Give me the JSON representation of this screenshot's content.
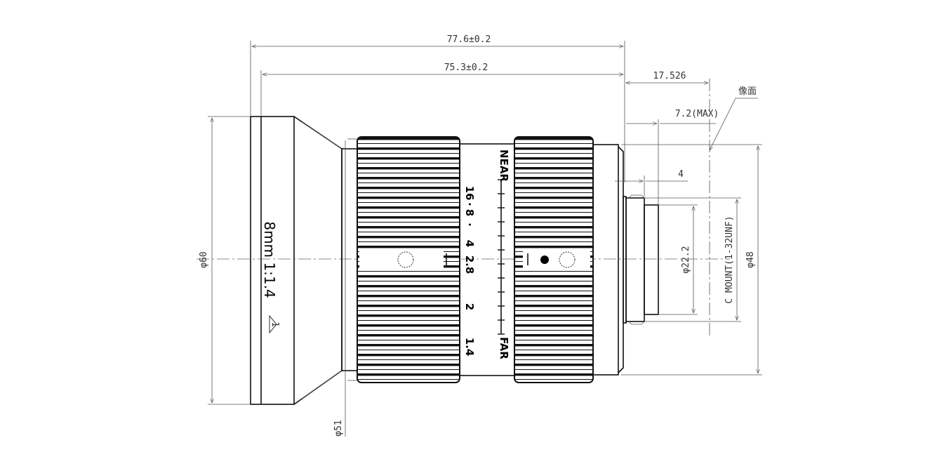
{
  "dimensions": {
    "overall_length": "77.6±0.2",
    "body_length": "75.3±0.2",
    "flange_distance": "17.526",
    "max_protrusion": "7.2(MAX)",
    "image_plane_label": "像面",
    "thread_length": "4",
    "front_diameter": "φ60",
    "barrel_diameter": "φ51",
    "rear_diameter": "φ48",
    "mount_diameter": "φ22.2",
    "mount_type": "C MOUNT(1-32UNF)"
  },
  "lens_label": {
    "focal_ratio": "8mm 1:1.4",
    "warning_mark": "1"
  },
  "aperture_scale": [
    "16",
    "8",
    "4",
    "2.8",
    "2",
    "1.4"
  ],
  "focus_scale": {
    "near": "NEAR",
    "far": "FAR"
  }
}
